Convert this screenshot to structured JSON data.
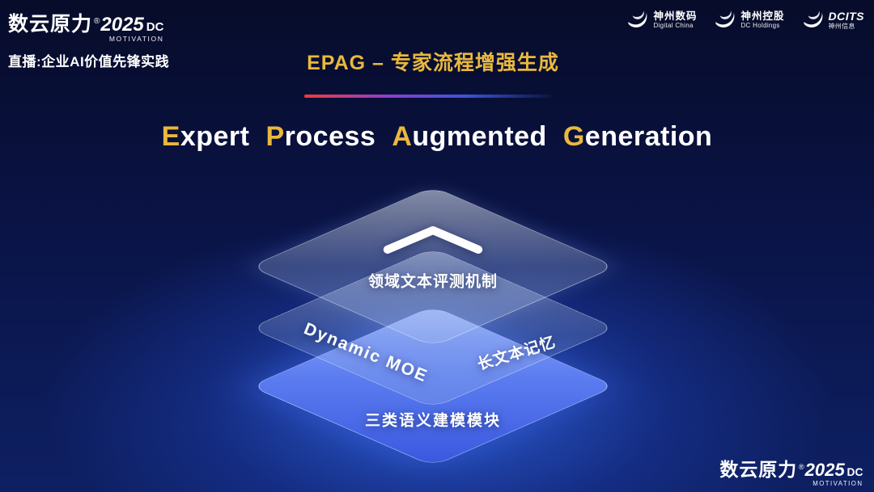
{
  "colors": {
    "gold_accent": "#e9b83d",
    "divider_red": "#ef3b3b",
    "divider_blue": "#3a55d8",
    "bottom_layer_blue": "#5b7cf0",
    "background_dark": "#070c2a",
    "background_glow": "#2f62e0"
  },
  "header": {
    "brand": {
      "name": "数云原力",
      "reg": "®",
      "year": "2025",
      "dc": "DC",
      "motivation": "MOTIVATION"
    },
    "live_subtitle": "直播:企业AI价值先锋实践",
    "page_title": "EPAG – 专家流程增强生成",
    "logos": [
      {
        "name": "神州数码",
        "sub": "Digital China"
      },
      {
        "name": "神州控股",
        "sub": "DC Holdings"
      },
      {
        "name": "DCITS",
        "sub": "神州信息"
      }
    ]
  },
  "main": {
    "title_words": [
      {
        "first": "E",
        "rest": "xpert"
      },
      {
        "first": "P",
        "rest": "rocess"
      },
      {
        "first": "A",
        "rest": "ugmented"
      },
      {
        "first": "G",
        "rest": "eneration"
      }
    ],
    "stack": {
      "top_layer_label": "领域文本评测机制",
      "middle_layer_left_label": "Dynamic MOE",
      "middle_layer_right_label": "长文本记忆",
      "bottom_layer_label": "三类语义建模模块"
    }
  },
  "footer": {
    "brand": {
      "name": "数云原力",
      "reg": "®",
      "year": "2025",
      "dc": "DC",
      "motivation": "MOTIVATION"
    }
  }
}
